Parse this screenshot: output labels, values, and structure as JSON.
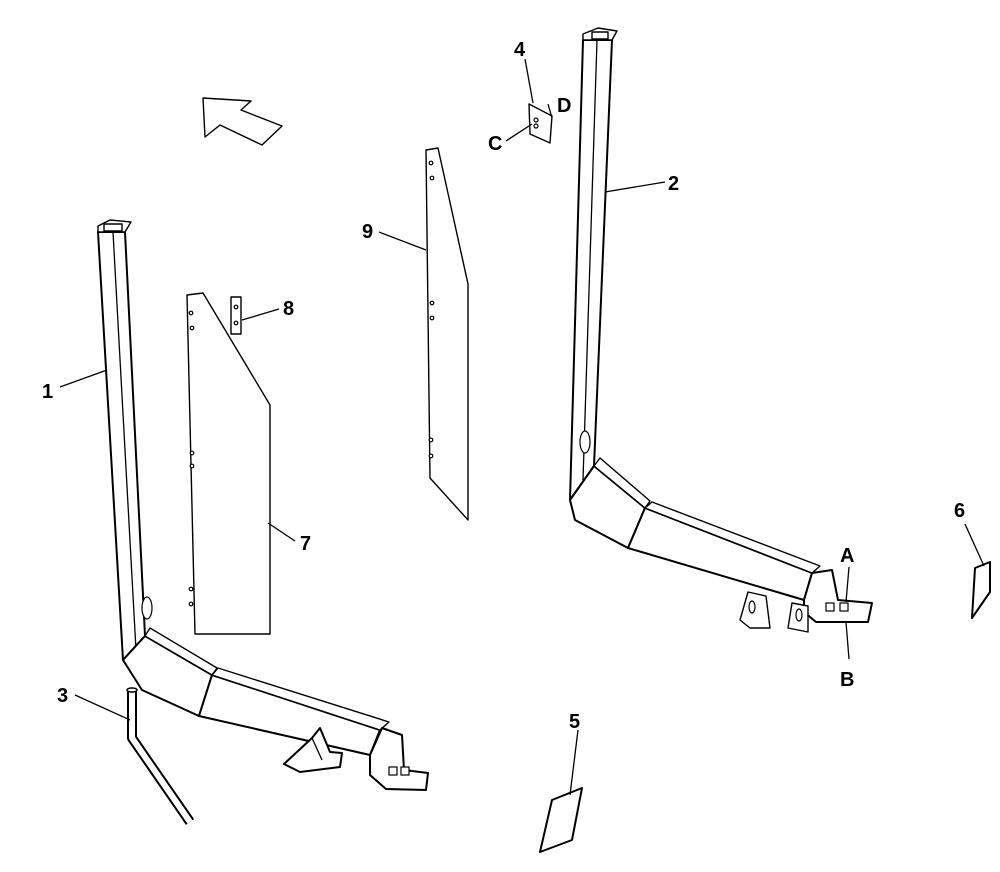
{
  "parts": [
    {
      "id": "1",
      "label": "1",
      "name": "left-frame-post"
    },
    {
      "id": "2",
      "label": "2",
      "name": "right-frame-post"
    },
    {
      "id": "3",
      "label": "3",
      "name": "bent-rod"
    },
    {
      "id": "4",
      "label": "4",
      "name": "small-plate"
    },
    {
      "id": "5",
      "label": "5",
      "name": "wedge-plate"
    },
    {
      "id": "6",
      "label": "6",
      "name": "end-plate"
    },
    {
      "id": "7",
      "label": "7",
      "name": "left-panel"
    },
    {
      "id": "8",
      "label": "8",
      "name": "connector-plate"
    },
    {
      "id": "9",
      "label": "9",
      "name": "center-panel"
    }
  ],
  "detail_labels": {
    "A": "A",
    "B": "B",
    "C": "C",
    "D": "D"
  },
  "icons": {
    "direction": "direction-arrow-icon"
  }
}
